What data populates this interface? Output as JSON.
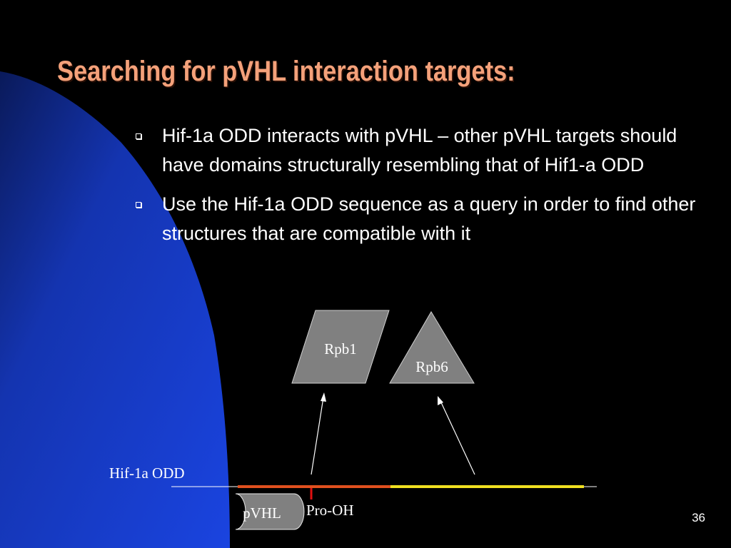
{
  "slide": {
    "title": "Searching for pVHL interaction targets:",
    "bullets": [
      "Hif-1a ODD interacts with pVHL – other pVHL targets should have domains structurally resembling that of Hif1-a ODD",
      "Use the Hif-1a ODD sequence as a query in order to find other structures that are compatible with it"
    ],
    "page_number": "36"
  },
  "diagram": {
    "rpb1_label": "Rpb1",
    "rpb6_label": "Rpb6",
    "hif_label": "Hif-1a ODD",
    "pvhl_label": "pVHL",
    "prooh_label": "Pro-OH"
  },
  "colors": {
    "background": "#000000",
    "title": "#f4a17a",
    "wave": "#1a3fd6",
    "shape_fill": "#808080",
    "line_orange": "#e0501e",
    "line_yellow": "#f0e020",
    "marker_red": "#e01010"
  }
}
